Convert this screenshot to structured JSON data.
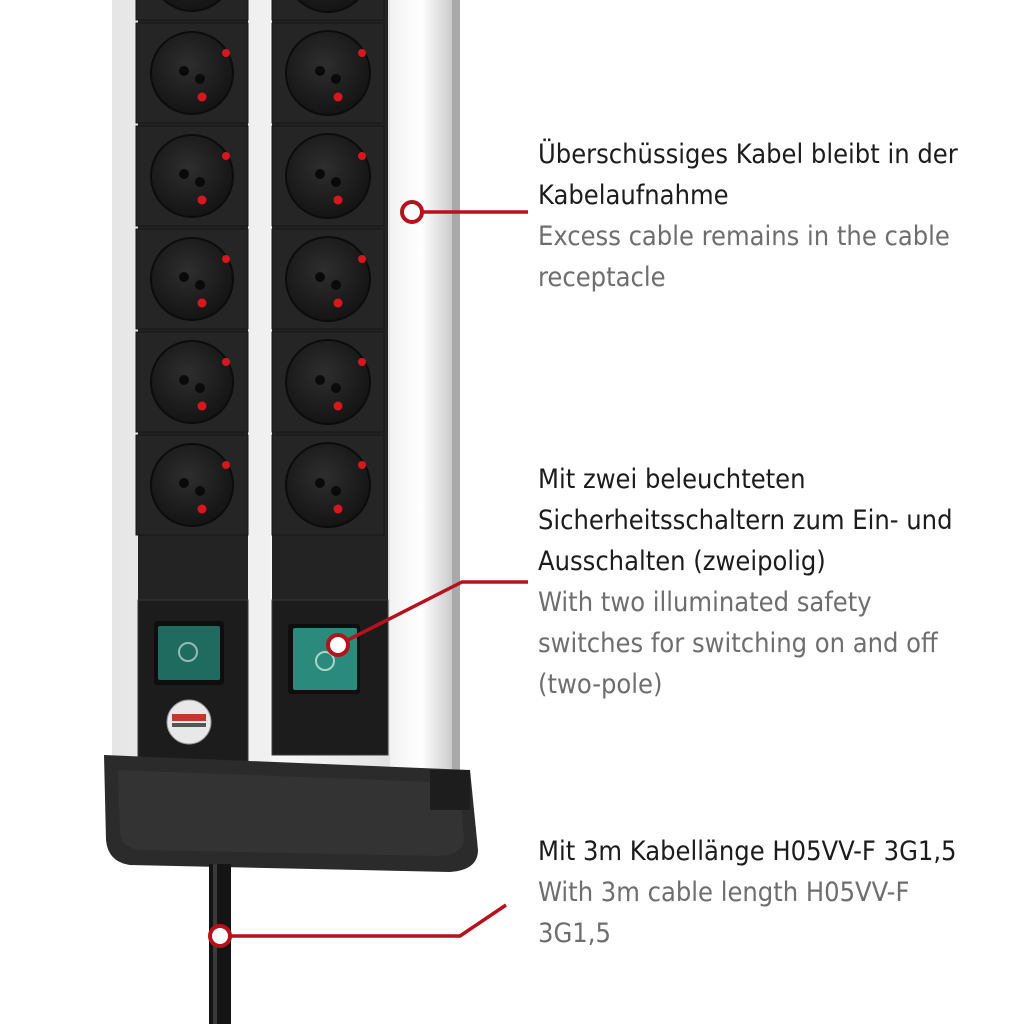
{
  "accent_color": "#b5121b",
  "callouts": [
    {
      "de_lines": [
        "Überschüssiges Kabel bleibt in der",
        "Kabelaufnahme"
      ],
      "en_lines": [
        "Excess cable remains in the cable",
        "receptacle"
      ]
    },
    {
      "de_lines": [
        "Mit zwei beleuchteten",
        "Sicherheitsschaltern zum Ein- und",
        "Ausschalten (zweipolig)"
      ],
      "en_lines": [
        "With two illuminated safety",
        "switches for switching on and off",
        "(two-pole)"
      ]
    },
    {
      "de_lines": [
        "Mit 3m Kabellänge H05VV-F 3G1,5"
      ],
      "en_lines": [
        "With 3m cable length H05VV-F",
        "3G1,5"
      ]
    }
  ]
}
